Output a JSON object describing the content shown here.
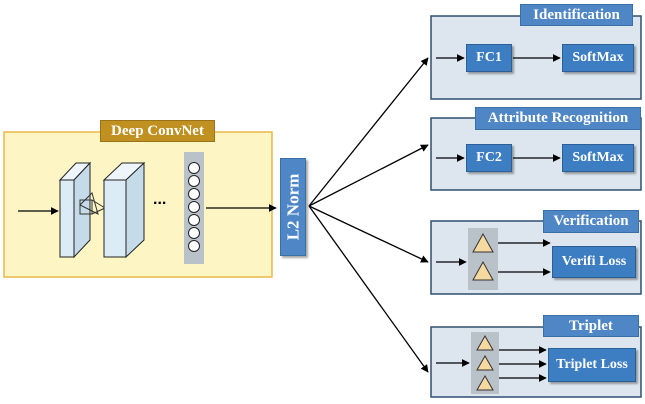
{
  "convnet": {
    "title": "Deep ConvNet",
    "ellipsis": "..."
  },
  "norm": {
    "label": "L2 Norm"
  },
  "tasks": {
    "identification": {
      "title": "Identification",
      "fc": "FC1",
      "output": "SoftMax"
    },
    "attribute": {
      "title": "Attribute Recognition",
      "fc": "FC2",
      "output": "SoftMax"
    },
    "verification": {
      "title": "Verification",
      "output": "Verifi Loss"
    },
    "triplet": {
      "title": "Triplet",
      "output": "Triplet Loss"
    }
  },
  "colors": {
    "convnet_bg": "#fdf5c4",
    "convnet_border": "#e8b84a",
    "header_gold": "#c09020",
    "block_blue": "#3d7dc2",
    "header_blue": "#4f86c6",
    "panel_bg": "#dde6ef",
    "panel_border": "#2f4f6f",
    "triangle_fill": "#f6d9a0",
    "cube_fill": "#dcecf6",
    "feature_strip": "#b9c2c9"
  }
}
